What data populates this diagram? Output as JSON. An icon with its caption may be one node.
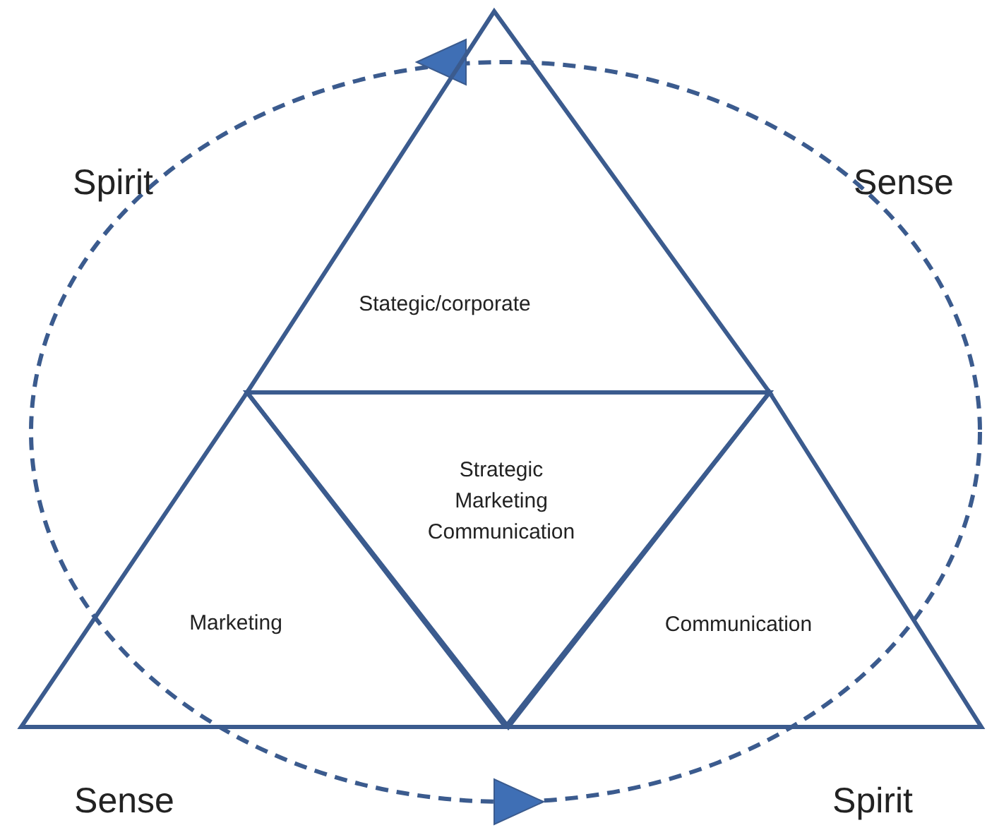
{
  "diagram": {
    "nodes": [
      {
        "text": [
          "Stategic/corporate"
        ]
      },
      {
        "text": [
          "Strategic Marketing Communication"
        ]
      },
      {
        "text": [
          "Marketing"
        ]
      },
      {
        "text": [
          "Communication"
        ]
      }
    ],
    "labels": [
      "Spirit",
      "Sense",
      "Sense",
      "Spirit"
    ]
  }
}
